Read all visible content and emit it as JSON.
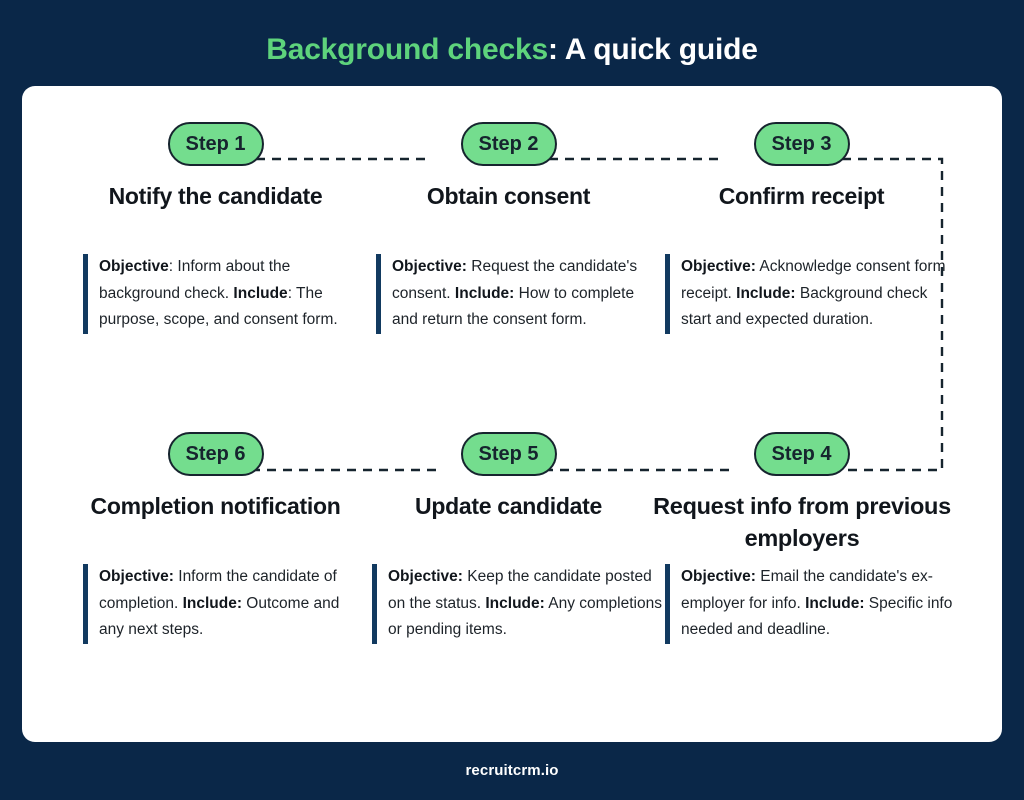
{
  "title": {
    "highlight": "Background checks",
    "rest": ": A quick guide"
  },
  "footer": {
    "brand": "recruitcrm.io"
  },
  "colors": {
    "background": "#0a2748",
    "card": "#ffffff",
    "title_green": "#5ed37c",
    "badge_green": "#74dd8e",
    "badge_border": "#16242e",
    "accent_bar": "#123a60",
    "body_text": "#1d2329",
    "heading_text": "#11161c"
  },
  "steps": [
    {
      "badge": "Step 1",
      "heading": "Notify the candidate",
      "objective_label": "Objective",
      "objective_text": ": Inform about the background check.",
      "include_label": "Include",
      "include_text": ": The purpose, scope, and consent form."
    },
    {
      "badge": "Step 2",
      "heading": "Obtain consent",
      "objective_label": "Objective:",
      "objective_text": " Request the candidate's consent.",
      "include_label": "Include:",
      "include_text": " How to complete and return the consent form."
    },
    {
      "badge": "Step 3",
      "heading": "Confirm receipt",
      "objective_label": "Objective:",
      "objective_text": " Acknowledge consent form receipt.",
      "include_label": "Include:",
      "include_text": " Background check start and expected duration."
    },
    {
      "badge": "Step 6",
      "heading": "Completion notification",
      "objective_label": "Objective:",
      "objective_text": " Inform the candidate of completion.",
      "include_label": "Include:",
      "include_text": " Outcome and any next steps."
    },
    {
      "badge": "Step 5",
      "heading": "Update candidate",
      "objective_label": "Objective:",
      "objective_text": " Keep the candidate posted on the status.",
      "include_label": "Include:",
      "include_text": " Any completions or pending items."
    },
    {
      "badge": "Step 4",
      "heading": "Request info from previous employers",
      "objective_label": "Objective:",
      "objective_text": " Email the candidate's ex-employer for info.",
      "include_label": "Include:",
      "include_text": " Specific info needed and deadline."
    }
  ],
  "connectors": [
    {
      "name": "step1-to-step2",
      "type": "horizontal-dashed"
    },
    {
      "name": "step2-to-step3",
      "type": "horizontal-dashed"
    },
    {
      "name": "step3-to-step4",
      "type": "elbow-dashed"
    },
    {
      "name": "step4-to-step5",
      "type": "horizontal-dashed"
    },
    {
      "name": "step5-to-step6",
      "type": "horizontal-dashed"
    }
  ]
}
